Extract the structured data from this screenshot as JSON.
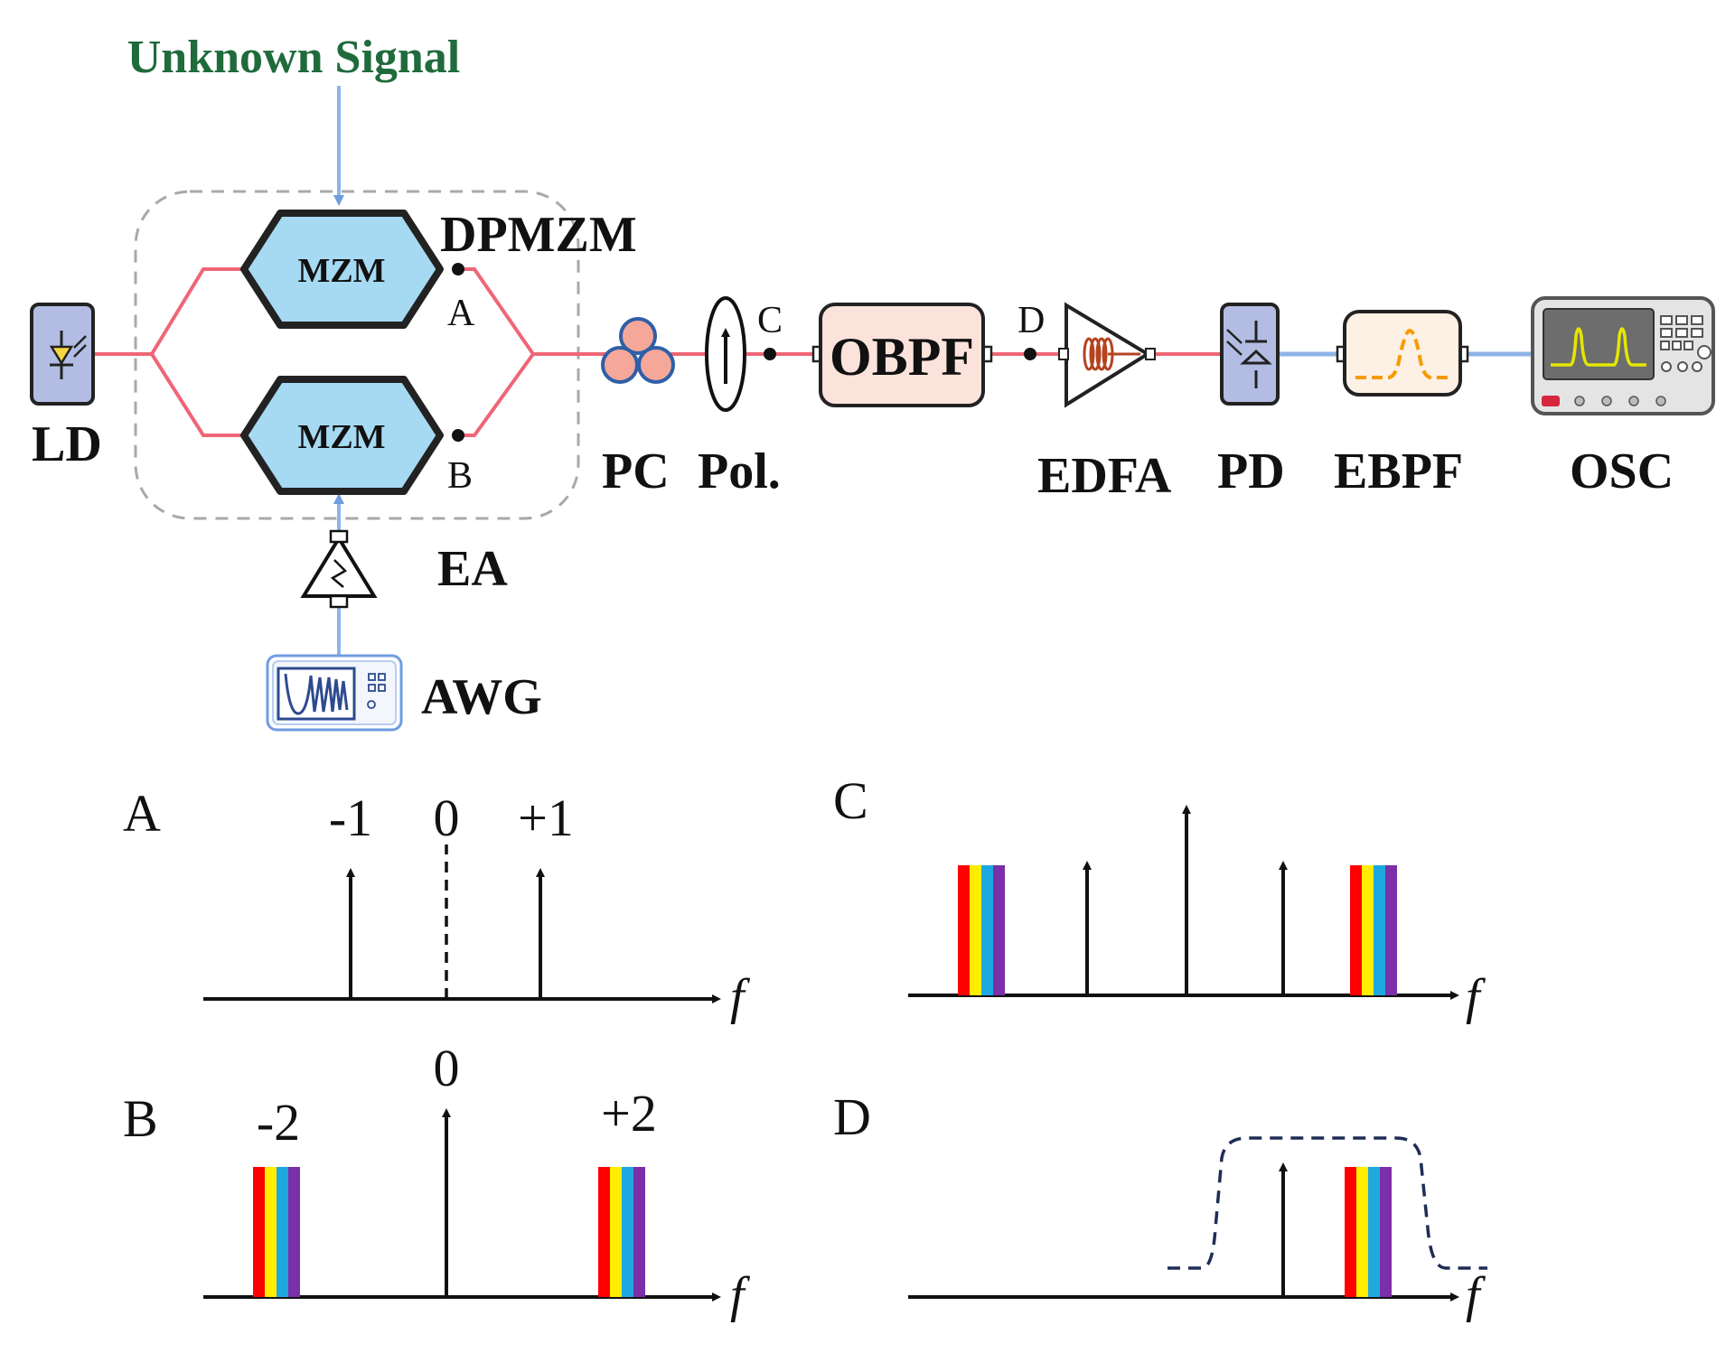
{
  "colors": {
    "fiber": "#ee6677",
    "electric": "#8fb3e6",
    "mzm_fill": "#a6d9f2",
    "mzm_stroke": "#222222",
    "box_fill": "#fbe3dc",
    "pd_fill": "#b3bde3",
    "ebpf_fill": "#fdf0e4",
    "ebpf_curve": "#f59b00",
    "osc_curve": "#e5e600",
    "title_green": "#1f6b3b",
    "filter_dash": "#1e2d55",
    "rainbow": [
      "#ff0000",
      "#ffee00",
      "#1ea8e0",
      "#7b2fa8"
    ]
  },
  "diagram": {
    "title": "Unknown Signal",
    "modulator_top": "MZM",
    "modulator_bottom": "MZM",
    "dpmzm_label": "DPMZM",
    "point_a": "A",
    "point_b": "B",
    "point_c": "C",
    "point_d": "D",
    "ld": "LD",
    "pc": "PC",
    "pol": "Pol.",
    "obpf": "OBPF",
    "edfa": "EDFA",
    "pd": "PD",
    "ebpf": "EBPF",
    "osc": "OSC",
    "ea": "EA",
    "awg": "AWG"
  },
  "spectra": {
    "A": {
      "label": "A",
      "orders": [
        "-1",
        "0",
        "+1"
      ],
      "axis": "f"
    },
    "B": {
      "label": "B",
      "orders": [
        "-2",
        "0",
        "+2"
      ],
      "axis": "f"
    },
    "C": {
      "label": "C",
      "axis": "f"
    },
    "D": {
      "label": "D",
      "axis": "f"
    }
  }
}
